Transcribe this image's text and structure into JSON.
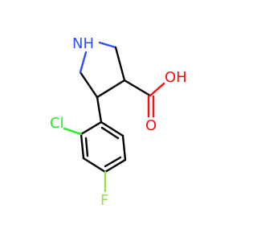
{
  "molecule": {
    "atoms": {
      "nh": "NH",
      "oh": "OH",
      "o": "O",
      "cl": "Cl",
      "f": "F"
    },
    "colors": {
      "carbon_bond": "#000000",
      "nitrogen": "#3050f8",
      "oxygen": "#ff0d0d",
      "chlorine": "#1ff01f",
      "fluorine": "#90e050"
    }
  }
}
